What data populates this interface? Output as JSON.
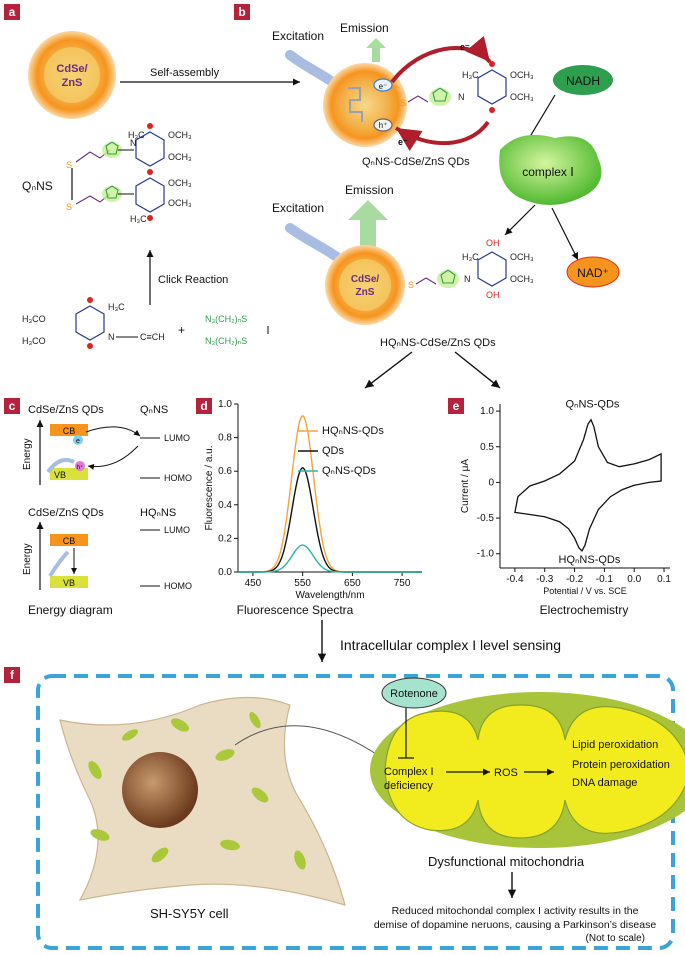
{
  "panels": {
    "a": "a",
    "b": "b",
    "c": "c",
    "d": "d",
    "e": "e",
    "f": "f"
  },
  "colors": {
    "panel_label_bg": "#b5223b",
    "qd_orange": "#f7941d",
    "qd_core": "#f5d76e",
    "green_complex": "#5cc63c",
    "nadh_green": "#2e9e4f",
    "nad_orange": "#f7941d",
    "emission_green": "#a8dba0",
    "excitation_blue": "#a9bde3",
    "arrow_red": "#b01e2b",
    "spectra_orange": "#f7a13a",
    "spectra_black": "#111111",
    "spectra_teal": "#2ab7a9",
    "dashed_border": "#3aa4d8",
    "rotenone_bg": "#a6e3cf",
    "mito_outer": "#a7c43a",
    "mito_inner": "#f2ec1f",
    "cell_fill": "#eadcc3",
    "nucleus": "#7a4a2a",
    "cb_orange": "#f7941d",
    "vb_yellow": "#d8e23a"
  },
  "panel_a": {
    "qd_label_line1": "CdSe/",
    "qd_label_line2": "ZnS",
    "self_assembly": "Self-assembly",
    "qnns_label": "QₙNS",
    "click_reaction": "Click Reaction",
    "plus": "+",
    "h3co_1": "H₃CO",
    "h3co_2": "H₃CO",
    "azide_1": "N₃(CH₂)ₙS",
    "azide_2": "N₃(CH₂)ₙS",
    "alkyne": "C≡CH",
    "s_label": "S",
    "h3c": "H₃C",
    "och3": "OCH₃",
    "n_label": "N",
    "h_label": "H"
  },
  "panel_b": {
    "excitation_top": "Excitation",
    "emission_top": "Emission",
    "electron": "e⁻",
    "hole": "h⁺",
    "qnns_qds_label": "QₙNS-CdSe/ZnS QDs",
    "nadh": "NADH",
    "complex_label": "complex Ⅰ",
    "excitation_bottom": "Excitation",
    "emission_bottom": "Emission",
    "qd_label_line1": "CdSe/",
    "qd_label_line2": "ZnS",
    "nad_plus": "NAD⁺",
    "hqnns_qds_label": "HQₙNS-CdSe/ZnS QDs",
    "oh": "OH"
  },
  "panel_c": {
    "top_left": "CdSe/ZnS QDs",
    "top_right": "QₙNS",
    "cb": "CB",
    "vb": "VB",
    "e": "e",
    "h": "h⁺",
    "lumo": "LUMO",
    "homo": "HOMO",
    "energy": "Energy",
    "bottom_left": "CdSe/ZnS QDs",
    "bottom_right": "HQₙNS",
    "cb2": "CB",
    "vb2": "VB",
    "lumo2": "LUMO",
    "homo2": "HOMO",
    "energy2": "Energy",
    "caption": "Energy diagram"
  },
  "panel_f": {
    "rotenone": "Rotenone",
    "complex_def_1": "Complex I",
    "complex_def_2": "deficiency",
    "ros": "ROS",
    "lipid": "Lipid peroxidation",
    "protein": "Protein peroxidation",
    "dna": "DNA damage",
    "dysfunctional": "Dysfunctional mitochondria",
    "cell_label": "SH-SY5Y cell",
    "conclusion_1": "Reduced mitochondal complex I activity results in the",
    "conclusion_2": "demise of dopamine neruons, causing a Parkinson’s disease",
    "not_to_scale": "(Not to scale)"
  },
  "intracellular_label": "Intracellular complex I level sensing",
  "chart_data": [
    {
      "type": "line",
      "caption": "Fluorescence Spectra",
      "xlabel": "Wavelength/nm",
      "ylabel": "Fluorescence / a.u.",
      "xlim": [
        420,
        790
      ],
      "ylim": [
        0,
        1.0
      ],
      "xticks": [
        450,
        550,
        650,
        750
      ],
      "yticks": [
        0.0,
        0.2,
        0.4,
        0.6,
        0.8,
        1.0
      ],
      "ytick_labels": [
        "0.0",
        "0.2",
        "0.4",
        "0.6",
        "0.8",
        "1.0"
      ],
      "grid": false,
      "legend": "top-right",
      "series": [
        {
          "name": "HQₙNS-QDs",
          "color": "#f7a13a",
          "peak_x": 550,
          "peak_y": 0.93,
          "fwhm": 52
        },
        {
          "name": "QDs",
          "color": "#111111",
          "peak_x": 550,
          "peak_y": 0.62,
          "fwhm": 50
        },
        {
          "name": "QₙNS-QDs",
          "color": "#2ab7a9",
          "peak_x": 550,
          "peak_y": 0.16,
          "fwhm": 50
        }
      ]
    },
    {
      "type": "line",
      "caption": "Electrochemistry",
      "xlabel": "Potential / V vs. SCE",
      "ylabel": "Current / μA",
      "xlim": [
        -0.45,
        0.12
      ],
      "ylim": [
        -1.2,
        1.1
      ],
      "xticks": [
        -0.4,
        -0.3,
        -0.2,
        -0.1,
        0.0,
        0.1
      ],
      "xtick_labels": [
        "-0.4",
        "-0.3",
        "-0.2",
        "-0.1",
        "0.0",
        "0.1"
      ],
      "yticks": [
        1.0,
        0.5,
        0.0,
        -0.5,
        -1.0
      ],
      "ytick_labels": [
        "1.0",
        "0.5",
        "0",
        "-0.5",
        "-1.0"
      ],
      "grid": false,
      "annotations": [
        "QₙNS-QDs",
        "HQₙNS-QDs"
      ],
      "series": [
        {
          "name": "CV",
          "color": "#111111",
          "points": [
            [
              -0.4,
              -0.42
            ],
            [
              -0.35,
              -0.45
            ],
            [
              -0.3,
              -0.48
            ],
            [
              -0.25,
              -0.55
            ],
            [
              -0.22,
              -0.65
            ],
            [
              -0.2,
              -0.78
            ],
            [
              -0.185,
              -0.92
            ],
            [
              -0.175,
              -0.96
            ],
            [
              -0.165,
              -0.88
            ],
            [
              -0.15,
              -0.65
            ],
            [
              -0.12,
              -0.38
            ],
            [
              -0.08,
              -0.2
            ],
            [
              -0.04,
              -0.1
            ],
            [
              0.0,
              -0.04
            ],
            [
              0.05,
              0.0
            ],
            [
              0.09,
              0.02
            ],
            [
              0.09,
              0.4
            ],
            [
              0.05,
              0.32
            ],
            [
              0.0,
              0.26
            ],
            [
              -0.05,
              0.22
            ],
            [
              -0.09,
              0.28
            ],
            [
              -0.12,
              0.5
            ],
            [
              -0.135,
              0.78
            ],
            [
              -0.145,
              0.88
            ],
            [
              -0.155,
              0.82
            ],
            [
              -0.17,
              0.6
            ],
            [
              -0.2,
              0.3
            ],
            [
              -0.25,
              0.12
            ],
            [
              -0.3,
              0.02
            ],
            [
              -0.35,
              -0.05
            ],
            [
              -0.39,
              -0.2
            ],
            [
              -0.4,
              -0.42
            ]
          ]
        }
      ]
    }
  ]
}
